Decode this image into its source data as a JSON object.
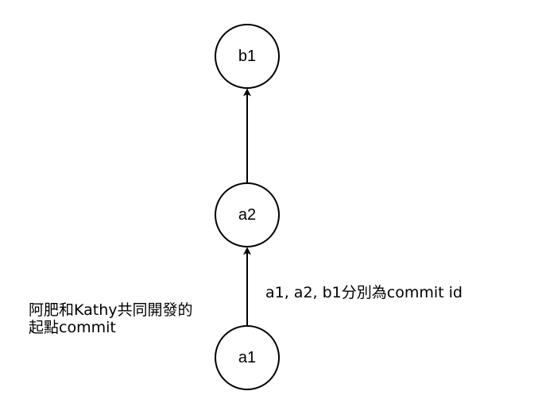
{
  "nodes": {
    "b1": {
      "label": "b1"
    },
    "a2": {
      "label": "a2"
    },
    "a1": {
      "label": "a1"
    }
  },
  "edges": [
    {
      "from": "a1",
      "to": "a2"
    },
    {
      "from": "a2",
      "to": "b1"
    }
  ],
  "annotations": {
    "commit_id_note": "a1, a2, b1分別為commit id",
    "start_point_line1": "阿肥和Kathy共同開發的",
    "start_point_line2": "起點commit"
  },
  "colors": {
    "stroke": "#000000",
    "background": "#ffffff"
  }
}
